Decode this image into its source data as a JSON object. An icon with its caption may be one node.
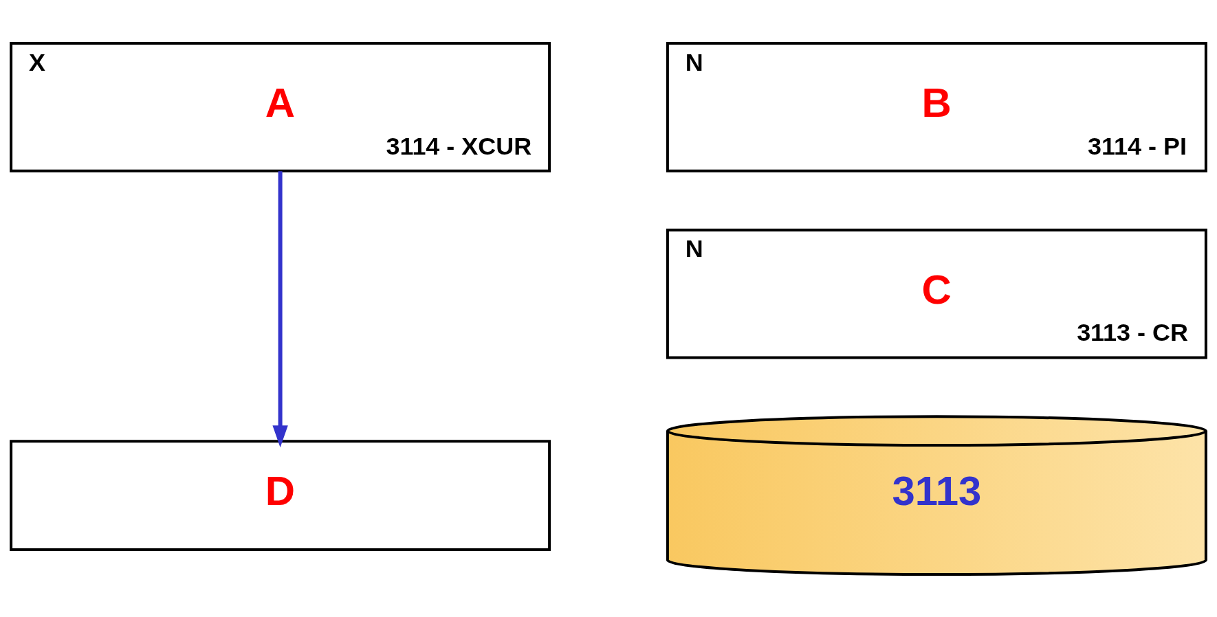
{
  "diagram": {
    "nodes": [
      {
        "text": [
          "X",
          "A",
          "3114 - XCUR"
        ]
      },
      {
        "text": [
          "N",
          "B",
          "3114 - PI"
        ]
      },
      {
        "text": [
          "N",
          "C",
          "3113 - CR"
        ]
      },
      {
        "text": [
          "D"
        ]
      },
      {
        "text": [
          "3113"
        ]
      }
    ],
    "edges": [
      {
        "from": 0,
        "to": 3,
        "arrow": "to",
        "color": "#3333cc"
      }
    ]
  }
}
